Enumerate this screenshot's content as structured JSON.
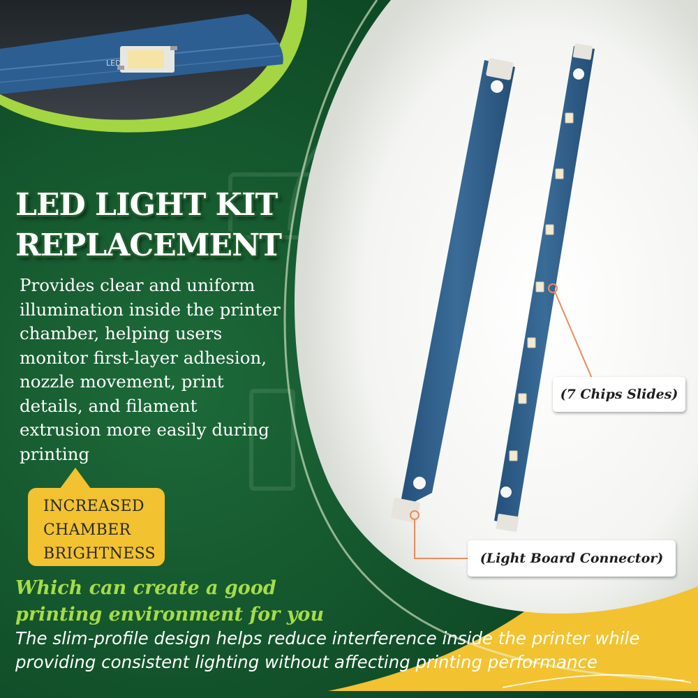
{
  "title": {
    "line1": "LED LIGHT KIT",
    "line2": "REPLACEMENT"
  },
  "description": "Provides clear and uniform illumination inside the printer chamber, helping users monitor first-layer adhesion, nozzle movement, print details, and filament extrusion more easily during printing",
  "callout": {
    "lines": [
      "INCREASED",
      "CHAMBER",
      "BRIGHTNESS"
    ]
  },
  "subtitle": "Which can create a good printing environment for you",
  "bottom_text": "The slim-profile design helps reduce interference inside the printer while providing consistent lighting without affecting printing performance",
  "labels": {
    "chips": "(7 Chips Slides)",
    "connector": "(Light Board Connector)"
  },
  "inset_silkscreen": "LED",
  "colors": {
    "background_green": "#0d4a26",
    "accent_lime": "#a6dc48",
    "accent_yellow": "#f2c230",
    "board_blue": "#2f5f8a",
    "pointer_orange": "#f08a5d"
  }
}
